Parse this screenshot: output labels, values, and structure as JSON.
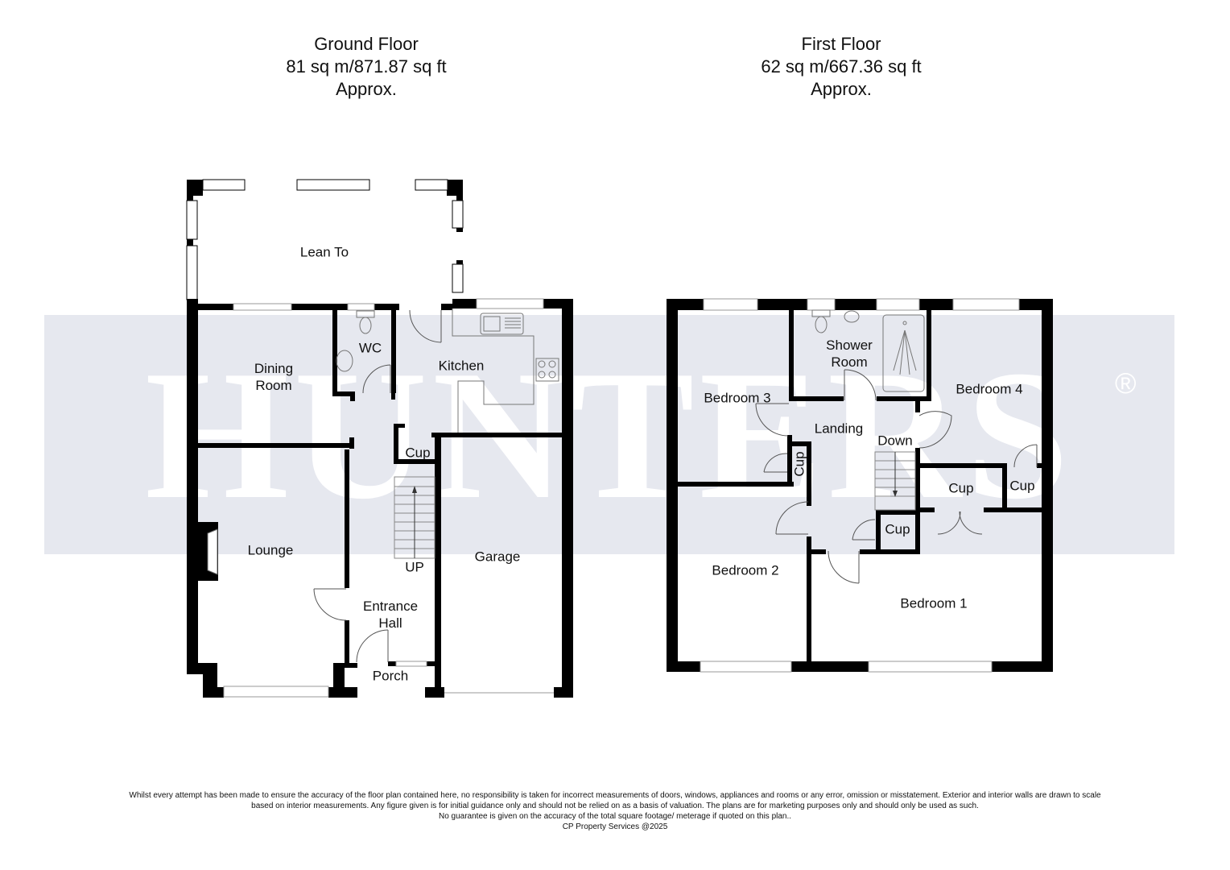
{
  "ground_floor": {
    "title": "Ground Floor",
    "area": "81 sq m/871.87 sq ft",
    "approx": "Approx.",
    "rooms": {
      "lean_to": "Lean To",
      "dining_room_1": "Dining",
      "dining_room_2": "Room",
      "wc": "WC",
      "kitchen": "Kitchen",
      "cupboard": "Cup",
      "lounge": "Lounge",
      "up": "UP",
      "garage": "Garage",
      "entrance_hall_1": "Entrance",
      "entrance_hall_2": "Hall",
      "porch": "Porch"
    }
  },
  "first_floor": {
    "title": "First Floor",
    "area": "62 sq m/667.36 sq ft",
    "approx": "Approx.",
    "rooms": {
      "shower_room_1": "Shower",
      "shower_room_2": "Room",
      "bedroom_3": "Bedroom 3",
      "bedroom_4": "Bedroom 4",
      "landing": "Landing",
      "down": "Down",
      "cupboard_bed3": "Cup",
      "cupboard_mid": "Cup",
      "cupboard_right": "Cup",
      "cupboard_landing": "Cup",
      "bedroom_2": "Bedroom 2",
      "bedroom_1": "Bedroom 1"
    }
  },
  "watermark": {
    "brand": "HUNTERS",
    "registered": "®",
    "band_color": "#e6e8ef"
  },
  "disclaimer": {
    "line1": "Whilst every attempt has been made to ensure the accuracy of the floor plan contained here, no responsibility is taken for incorrect measurements of doors, windows, appliances and rooms or any error, omission or misstatement. Exterior and interior walls are drawn to scale",
    "line2": "based on interior measurements. Any figure given is for initial guidance only and should not be relied on as a basis of valuation. The plans are for marketing purposes only and should only be used as such.",
    "line3": "No guarantee is given on the accuracy of the total square footage/ meterage if quoted on this plan..",
    "line4": "CP Property Services @2025"
  },
  "colors": {
    "wall": "#000000",
    "window": "#ffffff",
    "fixture_line": "#666666"
  }
}
